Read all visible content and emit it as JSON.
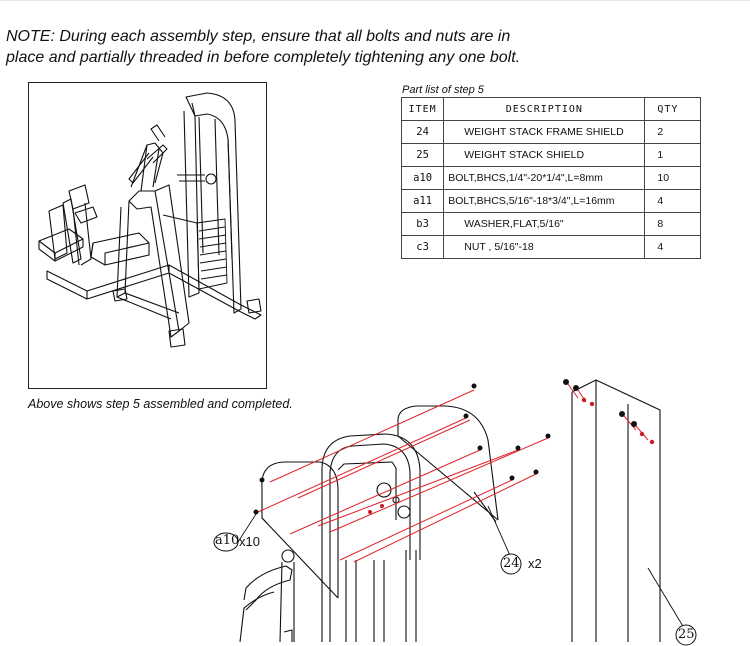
{
  "note": {
    "line1": "NOTE: During each assembly step, ensure that all bolts and nuts are in",
    "line2": "place and  partially threaded  in before completely tightening   any one bolt."
  },
  "figure_caption": "Above shows step 5 assembled and completed.",
  "parts_list": {
    "title": "Part list of step 5",
    "headers": {
      "item": "ITEM",
      "description": "DESCRIPTION",
      "qty": "QTY"
    },
    "rows": [
      {
        "item": "24",
        "description": "WEIGHT STACK FRAME SHIELD",
        "qty": "2"
      },
      {
        "item": "25",
        "description": "WEIGHT STACK SHIELD",
        "qty": "1"
      },
      {
        "item": "a10",
        "description": "BOLT,BHCS,1/4\"-20*1/4\",L=8mm",
        "qty": "10"
      },
      {
        "item": "a11",
        "description": "BOLT,BHCS,5/16\"-18*3/4\",L=16mm",
        "qty": "4"
      },
      {
        "item": "b3",
        "description": "WASHER,FLAT,5/16\"",
        "qty": "8"
      },
      {
        "item": "c3",
        "description": "NUT , 5/16\"-18",
        "qty": "4"
      }
    ]
  },
  "callouts": {
    "a10": {
      "label": "a10",
      "mult": "x10"
    },
    "p24": {
      "label": "24",
      "mult": "x2"
    },
    "p25": {
      "label": "25"
    }
  },
  "colors": {
    "line": "#111111",
    "explode_line": "#e0222b"
  }
}
